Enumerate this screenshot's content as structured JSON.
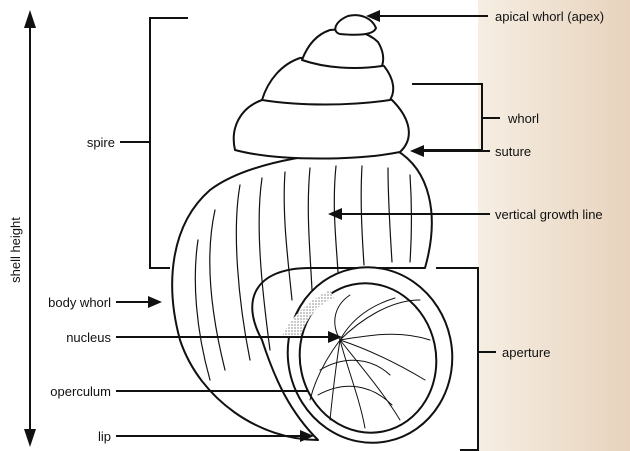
{
  "diagram": {
    "labels": {
      "apex": "apical whorl (apex)",
      "whorl": "whorl",
      "suture": "suture",
      "growth_line": "vertical growth line",
      "aperture": "aperture",
      "spire": "spire",
      "body_whorl": "body whorl",
      "nucleus": "nucleus",
      "operculum": "operculum",
      "lip": "lip",
      "shell_height": "shell height"
    },
    "colors": {
      "ink": "#111111",
      "panel_light": "#f6eee3",
      "panel_dark": "#e7d3bd"
    }
  }
}
